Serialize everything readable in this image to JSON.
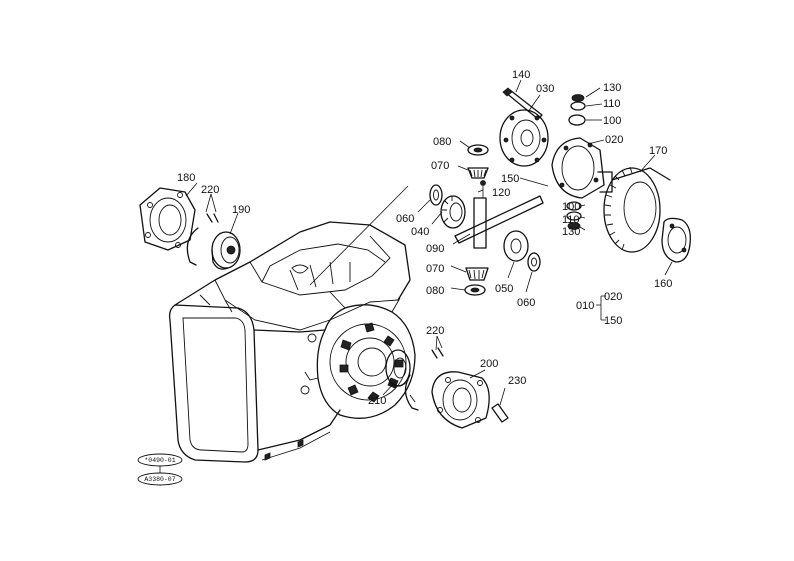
{
  "labels": {
    "p140": "140",
    "p030": "030",
    "p130a": "130",
    "p110a": "110",
    "p100a": "100",
    "p020a": "020",
    "p080a": "080",
    "p070a": "070",
    "p150a": "150",
    "p170": "170",
    "p120": "120",
    "p180": "180",
    "p220a": "220",
    "p190": "190",
    "p060a": "060",
    "p040": "040",
    "p100b": "100",
    "p110b": "110",
    "p130b": "130",
    "p090": "090",
    "p070b": "070",
    "p080b": "080",
    "p050": "050",
    "p060b": "060",
    "p160": "160",
    "p010": "010",
    "p020b": "020",
    "p150b": "150",
    "p220b": "220",
    "p200": "200",
    "p230": "230",
    "p210": "210"
  },
  "codes": {
    "code1": "*0490-01",
    "code2": "A3380-07"
  }
}
